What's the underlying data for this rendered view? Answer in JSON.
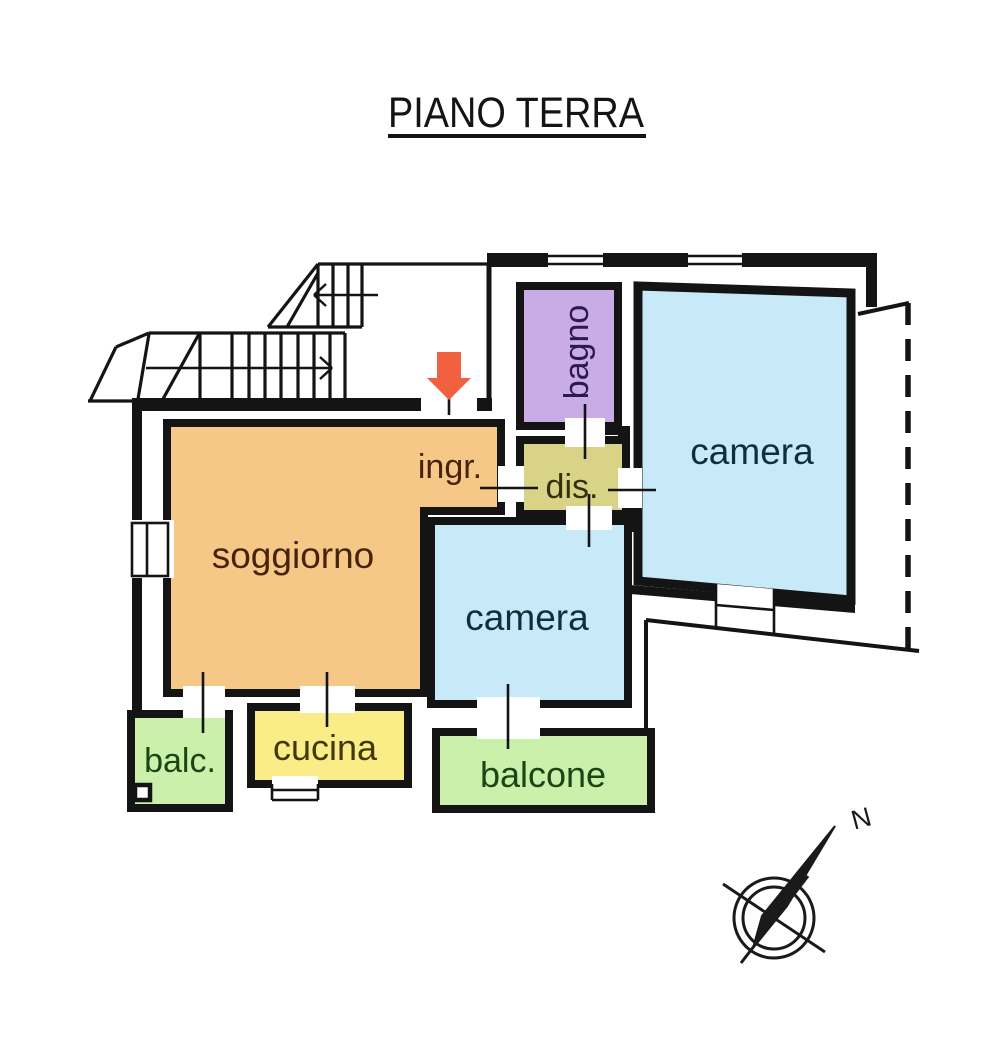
{
  "title": {
    "text": "PIANO TERRA"
  },
  "floorplan": {
    "wall_color": "#141414",
    "rooms": [
      {
        "label": "soggiorno",
        "fill": "#F6C888",
        "label_color": "#46230a"
      },
      {
        "label": "ingr.",
        "fill": "#F6C888",
        "label_color": "#46230a"
      },
      {
        "label": "bagno",
        "fill": "#C9ABE5",
        "label_color": "#2c1a4e"
      },
      {
        "label": "dis.",
        "fill": "#D9D388",
        "label_color": "#32300e"
      },
      {
        "label": "camera",
        "fill": "#C8EAF8",
        "label_color": "#0e2f40"
      },
      {
        "label": "camera",
        "fill": "#C8EAF8",
        "label_color": "#0e2f40"
      },
      {
        "label": "cucina",
        "fill": "#FAEC87",
        "label_color": "#413808"
      },
      {
        "label": "balc.",
        "fill": "#CBF0AC",
        "label_color": "#1d4414"
      },
      {
        "label": "balcone",
        "fill": "#CBF0AC",
        "label_color": "#1d4414"
      }
    ],
    "entrance_arrow": {
      "color": "#F1603F"
    },
    "compass": {
      "north_label": "N"
    }
  }
}
